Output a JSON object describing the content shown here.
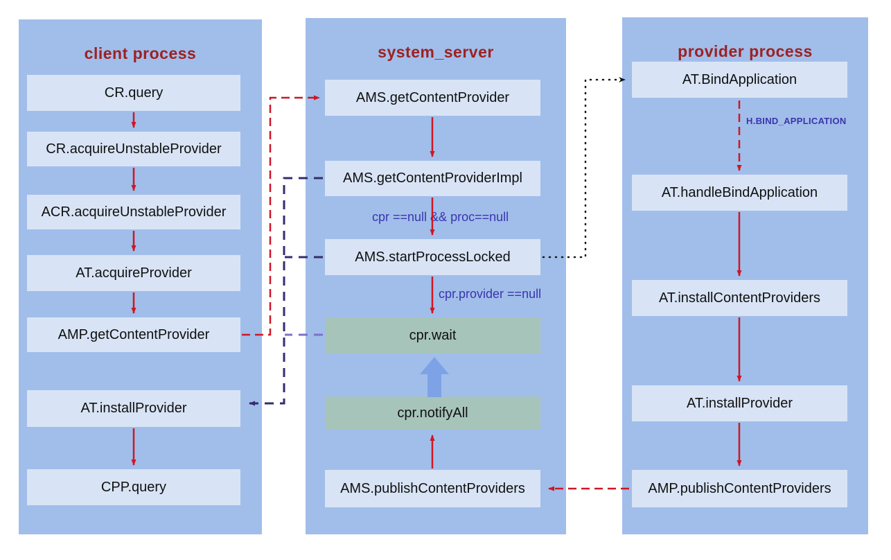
{
  "diagram": {
    "columns": [
      {
        "id": "client",
        "title": "client process",
        "nodes": [
          "CR.query",
          "CR.acquireUnstableProvider",
          "ACR.acquireUnstableProvider",
          "AT.acquireProvider",
          "AMP.getContentProvider",
          "AT.installProvider",
          "CPP.query"
        ]
      },
      {
        "id": "system-server",
        "title": "system_server",
        "nodes": [
          "AMS.getContentProvider",
          "AMS.getContentProviderImpl",
          "AMS.startProcessLocked",
          "cpr.wait",
          "cpr.notifyAll",
          "AMS.publishContentProviders"
        ]
      },
      {
        "id": "provider",
        "title": "provider process",
        "nodes": [
          "AT.BindApplication",
          "AT.handleBindApplication",
          "AT.installContentProviders",
          "AT.installProvider",
          "AMP.publishContentProviders"
        ]
      }
    ],
    "edge_labels": {
      "cond_null_proc": "cpr ==null && proc==null",
      "cond_provider_null": "cpr.provider ==null",
      "bind_application": "H.BIND_APPLICATION"
    },
    "colors": {
      "panel_bg": "#a1beea",
      "node_bg": "#d8e4f5",
      "node_green_bg": "#a7c4ba",
      "title_red": "#9e2121",
      "arrow_red": "#cf1624",
      "dash_navy": "#332d70",
      "dash_lilac": "#7a73c6",
      "dot_black": "#141414",
      "block_blue": "#7da2e6",
      "label_purple": "#3a34ad",
      "node_text": "#101010"
    }
  }
}
